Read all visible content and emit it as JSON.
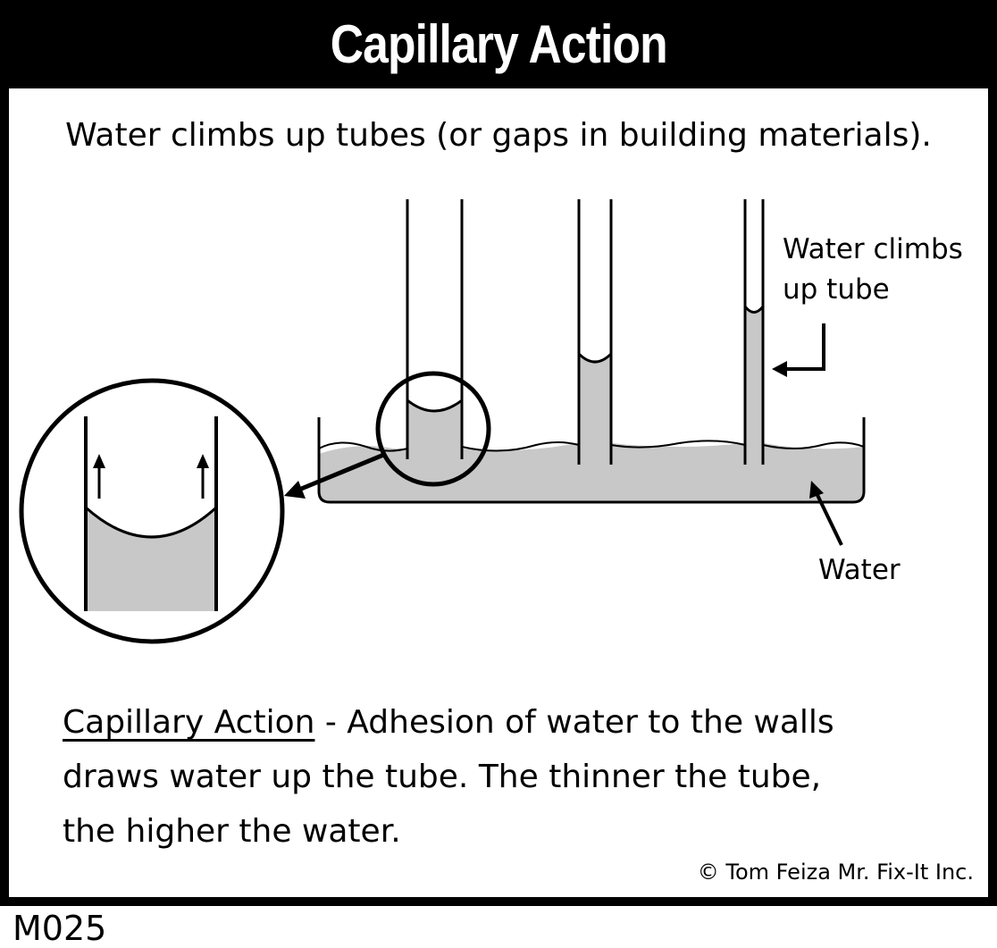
{
  "title": "Capillary Action",
  "subtitle": "Water climbs up tubes (or gaps in building materials).",
  "labels": {
    "tube_label_line1": "Water climbs",
    "tube_label_line2": "up tube",
    "water_label": "Water"
  },
  "description": {
    "term": "Capillary Action",
    "text_line1": " - Adhesion of water to the walls",
    "text_line2": "draws water up the tube.  The thinner the tube,",
    "text_line3": "the higher the water."
  },
  "credit": "© Tom Feiza Mr. Fix-It Inc.",
  "code": "M025",
  "colors": {
    "water": "#c8c8c8",
    "ink": "#000000",
    "background": "#ffffff"
  }
}
